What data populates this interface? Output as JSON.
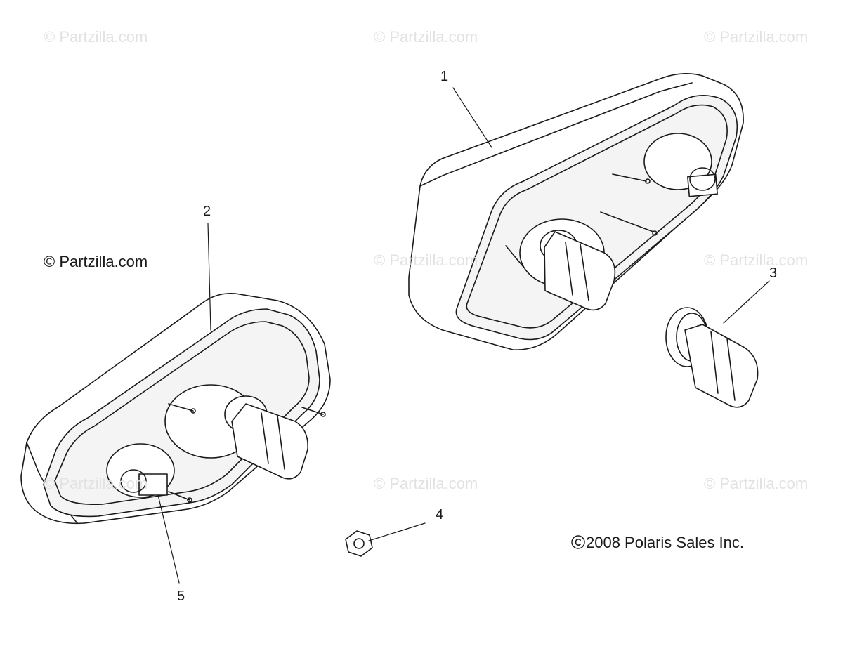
{
  "watermarks": [
    "© Partzilla.com",
    "© Partzilla.com",
    "© Partzilla.com",
    "© Partzilla.com",
    "© Partzilla.com",
    "© Partzilla.com",
    "© Partzilla.com",
    "© Partzilla.com"
  ],
  "site_mark": "© Partzilla.com",
  "copyright": "2008 Polaris Sales Inc.",
  "callouts": [
    "1",
    "2",
    "3",
    "4",
    "5"
  ],
  "colors": {
    "line": "#1a1a1a",
    "fill": "#ffffff",
    "shade": "#f2f2f2",
    "watermark": "#e2e2e2"
  }
}
